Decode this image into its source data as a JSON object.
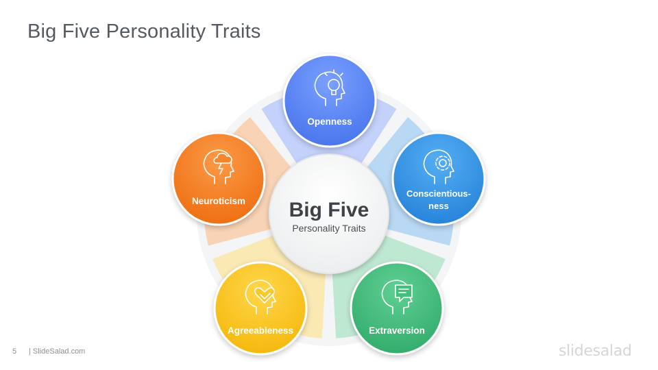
{
  "slide": {
    "title": "Big Five Personality Traits",
    "page_number": "5",
    "footer_site": "| SlideSalad.com",
    "brand": "slidesalad"
  },
  "center": {
    "title": "Big Five",
    "subtitle": "Personality Traits"
  },
  "traits": [
    {
      "label": "Openness",
      "icon": "head-lightbulb-icon",
      "color": "#4f7ef0",
      "petal": "#c3d1fb"
    },
    {
      "label_line1": "Conscientious-",
      "label_line2": "ness",
      "icon": "head-gear-icon",
      "color": "#2f8fe0",
      "petal": "#b9d8f3"
    },
    {
      "label": "Extraversion",
      "icon": "head-speech-bubble-icon",
      "color": "#3cb878",
      "petal": "#bfe8d2"
    },
    {
      "label": "Agreeableness",
      "icon": "head-heart-handshake-icon",
      "color": "#f7c21c",
      "petal": "#fbe9b4"
    },
    {
      "label": "Neuroticism",
      "icon": "head-storm-cloud-icon",
      "color": "#f47c20",
      "petal": "#f9d3b5"
    }
  ]
}
